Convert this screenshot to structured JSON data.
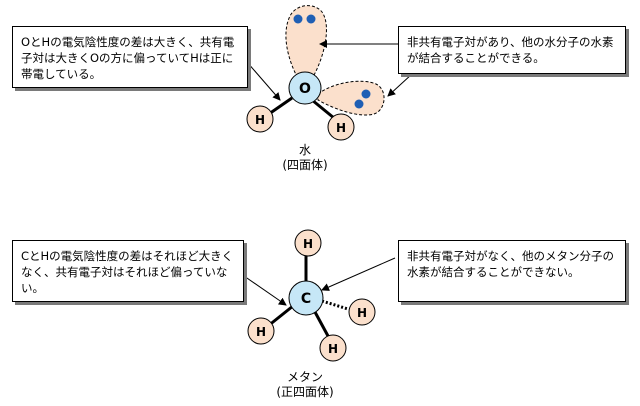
{
  "water": {
    "left_note": "OとHの電気陰性度の差は大きく、共有電子対は大きくOの方に偏っていてHは正に帯電している。",
    "right_note": "非共有電子対があり、他の水分子の水素が結合することができる。",
    "center_atom": "O",
    "hydrogen_label": "H",
    "caption_line1": "水",
    "caption_line2": "(四面体)"
  },
  "methane": {
    "left_note": "CとHの電気陰性度の差はそれほど大きくなく、共有電子対はそれほど偏っていない。",
    "right_note": "非共有電子対がなく、他のメタン分子の水素が結合することができない。",
    "center_atom": "C",
    "hydrogen_label": "H",
    "caption_line1": "メタン",
    "caption_line2": "(正四面体)"
  },
  "colors": {
    "center_fill": "#c6e7f7",
    "hydrogen_fill": "#fbe0cc",
    "lone_pair_fill": "#fbe0cc",
    "electron_fill": "#1f5fb4"
  }
}
